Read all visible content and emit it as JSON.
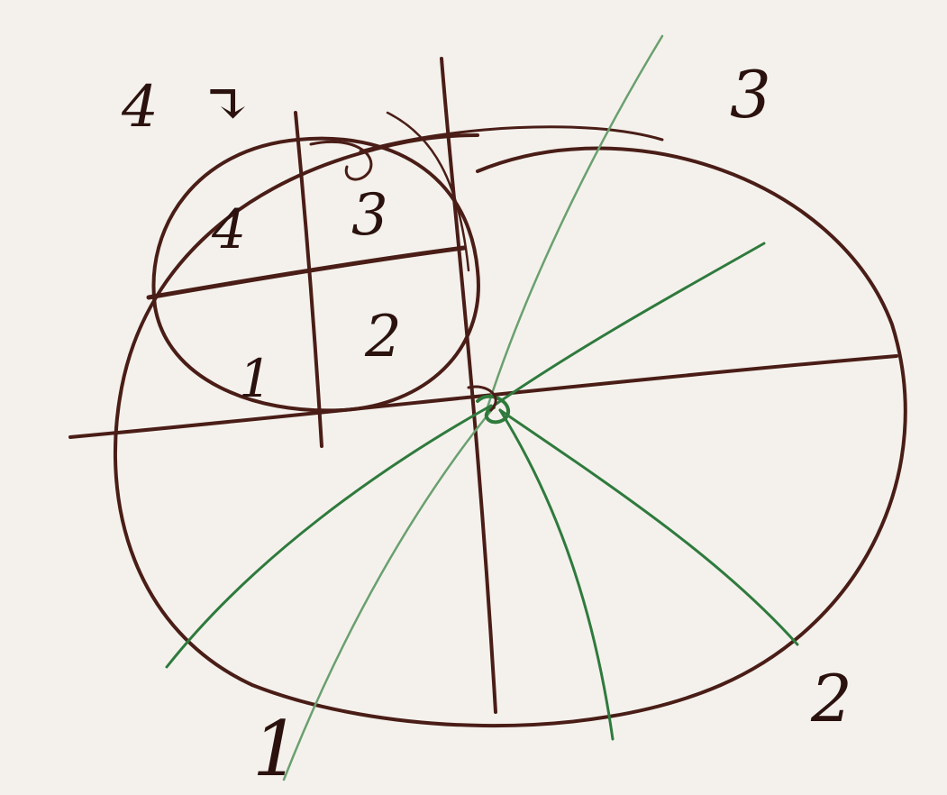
{
  "labels": {
    "top_left_marker": "4",
    "top_left_arrow": "↴",
    "large_region_3": "3",
    "large_region_2": "2",
    "large_region_1": "1",
    "small_quadrant_1": "1",
    "small_quadrant_2": "2",
    "small_quadrant_3": "3",
    "small_quadrant_4": "4"
  },
  "colors": {
    "paper": "#f4f1ec",
    "brown_ink": "#4a1d17",
    "green_ink": "#2f7a3d",
    "light_green_ink": "#6aa06f"
  }
}
